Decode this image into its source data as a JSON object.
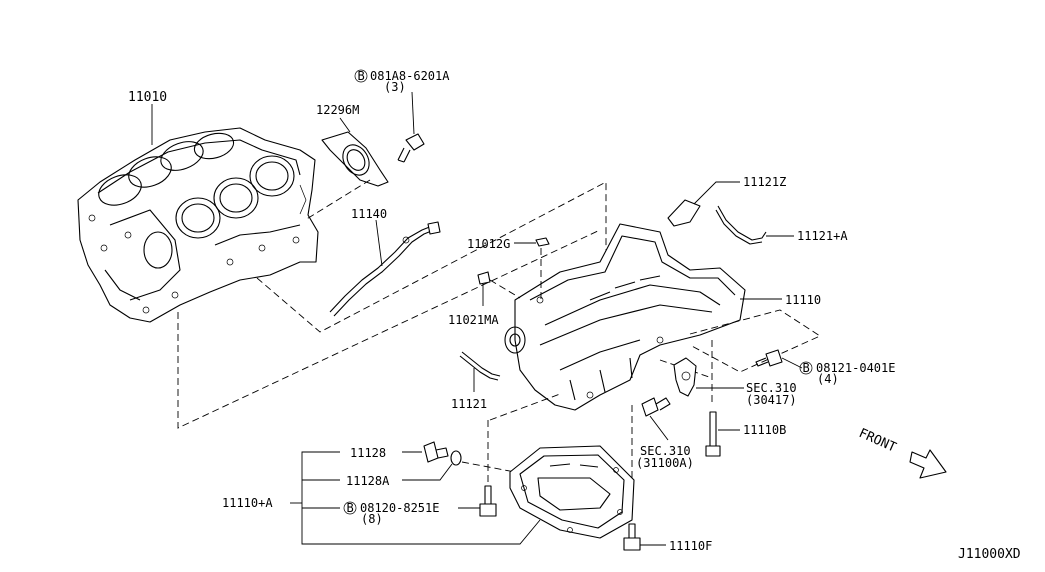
{
  "diagram": {
    "part_labels": {
      "cylinder_block": "11010",
      "bolt_081a8": "081A8-6201A",
      "bolt_081a8_qty": "(3)",
      "seal_12296m": "12296M",
      "dipstick_guide": "11140",
      "plug_11012g": "11012G",
      "plug_11021ma": "11021MA",
      "oil_pan_upper": "11110",
      "gasket_11121z": "11121Z",
      "gasket_11121a": "11121+A",
      "gasket_11121": "11121",
      "bolt_08121": "08121-0401E",
      "bolt_08121_qty": "(4)",
      "sec310_a": "SEC.310",
      "sec310_a_ref": "(30417)",
      "sec310_b": "SEC.310",
      "sec310_b_ref": "(31100A)",
      "bolt_11110b": "11110B",
      "drain_plug": "11128",
      "drain_washer": "11128A",
      "oil_pan_lower": "11110+A",
      "bolt_08120": "08120-8251E",
      "bolt_08120_qty": "(8)",
      "bolt_11110f": "11110F"
    },
    "bolt_marker": "B",
    "front_label": "FRONT",
    "diagram_code": "J11000XD"
  }
}
